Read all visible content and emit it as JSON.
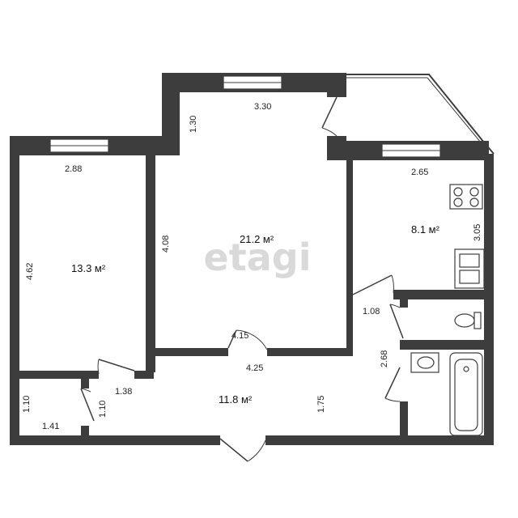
{
  "plan": {
    "watermark": "etagi",
    "rooms": [
      {
        "id": "living",
        "area": "21.2 м²"
      },
      {
        "id": "bedroom",
        "area": "13.3 м²"
      },
      {
        "id": "kitchen",
        "area": "8.1 м²"
      },
      {
        "id": "hall",
        "area": "11.8 м²"
      }
    ],
    "dimensions": {
      "bedroom_width": "2.88",
      "bedroom_length": "4.62",
      "living_top_width": "3.30",
      "living_upper_depth": "1.30",
      "living_length": "4.08",
      "living_width": "4.15",
      "kitchen_width": "2.65",
      "kitchen_length": "3.05",
      "toilet_width": "1.08",
      "bath_length": "2.68",
      "hall_width": "4.25",
      "hall_depth": "1.75",
      "hall_left_width": "1.38",
      "closet_depth": "1.10",
      "closet_depth_side": "1.10",
      "closet_width": "1.41"
    }
  }
}
